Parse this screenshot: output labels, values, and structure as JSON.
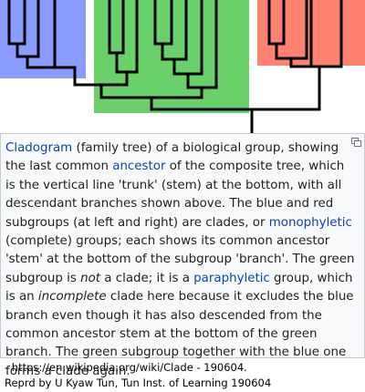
{
  "colors": {
    "blue": "#8a9cff",
    "green": "#69d06a",
    "red": "#ff8271",
    "lines": "#000000",
    "link": "#0645ad"
  },
  "icons": {
    "enlarge": "magnify-clip-icon"
  },
  "caption": {
    "part1": "Cladogram",
    "part2": " (family tree) of a biological group, showing the last common ",
    "part3": "ancestor",
    "part4": " of the composite tree, which is the vertical line 'trunk' (stem) at the bottom, with all descendant branches shown above. The blue and red subgroups (at left and right) are clades, or ",
    "part5": "monophyletic",
    "part6": " (complete) groups; each shows its common ancestor 'stem' at the bottom of the subgroup 'branch'. The green subgroup is ",
    "part7": "not",
    "part8": " a clade; it is a ",
    "part9": "paraphyletic",
    "part10": " group, which is an ",
    "part11": "incomplete",
    "part12": " clade here because it excludes the blue branch even though it has also descended from the common ancestor stem at the bottom of the green branch. The green subgroup together with the blue one forms a clade again."
  },
  "credits": {
    "line1": "- https://en.wikipedia.org/wiki/Clade - 190604.",
    "line2": "Reprd by U Kyaw Tun, Tun Inst. of Learning 190604"
  }
}
